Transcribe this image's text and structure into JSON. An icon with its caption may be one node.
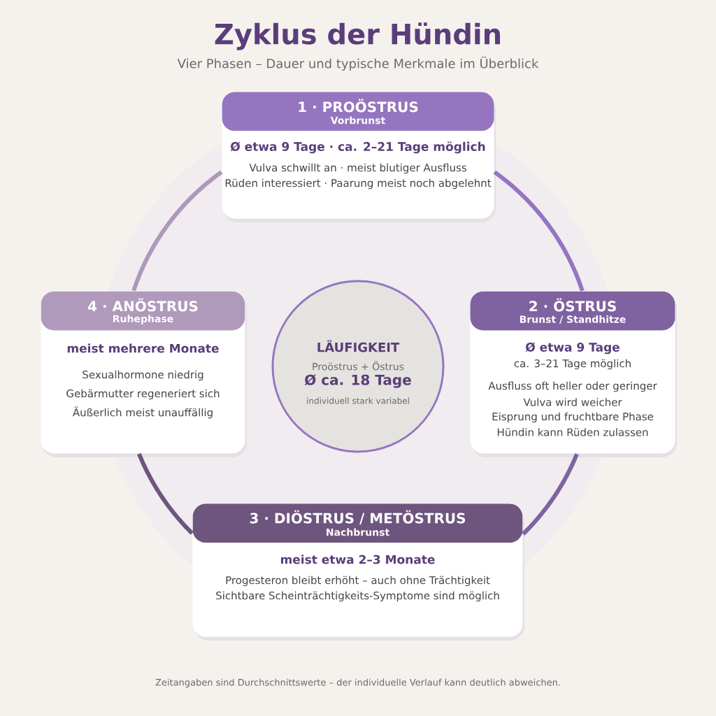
{
  "diagram": {
    "title": "Zyklus der Hündin",
    "caption": "Zeitangaben sind Durchschnittswerte – der individuelle Verlauf kann deutlich abweichen.",
    "labels": [
      "Vier Phasen – Dauer und typische Merkmale im Überblick"
    ],
    "nodes": [
      {
        "text": [
          "1 · PROÖSTRUS",
          "Vorbrunst",
          "Ø etwa 9 Tage · ca. 2–21 Tage möglich",
          "Vulva schwillt an · meist blutiger Ausfluss",
          "Rüden interessiert · Paarung meist noch abgelehnt"
        ]
      },
      {
        "text": [
          "4 · ANÖSTRUS",
          "Ruhephase",
          "meist mehrere Monate",
          "Sexualhormone niedrig",
          "Gebärmutter regeneriert sich",
          "Äußerlich meist unauffällig"
        ]
      },
      {
        "text": [
          "LÄUFIGKEIT",
          "Proöstrus + Östrus",
          "Ø ca. 18 Tage",
          "individuell stark variabel"
        ]
      },
      {
        "text": [
          "2 · ÖSTRUS",
          "Brunst / Standhitze",
          "Ø etwa 9 Tage",
          "ca. 3–21 Tage möglich",
          "Ausfluss oft heller oder geringer",
          "Vulva wird weicher",
          "Eisprung und fruchtbare Phase",
          "Hündin kann Rüden zulassen"
        ]
      },
      {
        "text": [
          "3 · DIÖSTRUS / METÖSTRUS",
          "Nachbrunst",
          "meist etwa 2–3 Monate",
          "Progesteron bleibt erhöht – auch ohne Trächtigkeit",
          "Sichtbare Scheinträchtigkeits-Symptome sind möglich"
        ]
      }
    ],
    "edges": [
      {
        "from": 0,
        "to": 3,
        "arrow": "none",
        "color": "#9575c0"
      },
      {
        "from": 3,
        "to": 4,
        "arrow": "none",
        "color": "#7e63a0"
      },
      {
        "from": 4,
        "to": 1,
        "arrow": "none",
        "color": "#6e557e"
      },
      {
        "from": 1,
        "to": 0,
        "arrow": "none",
        "color": "#ae98bb"
      }
    ]
  }
}
